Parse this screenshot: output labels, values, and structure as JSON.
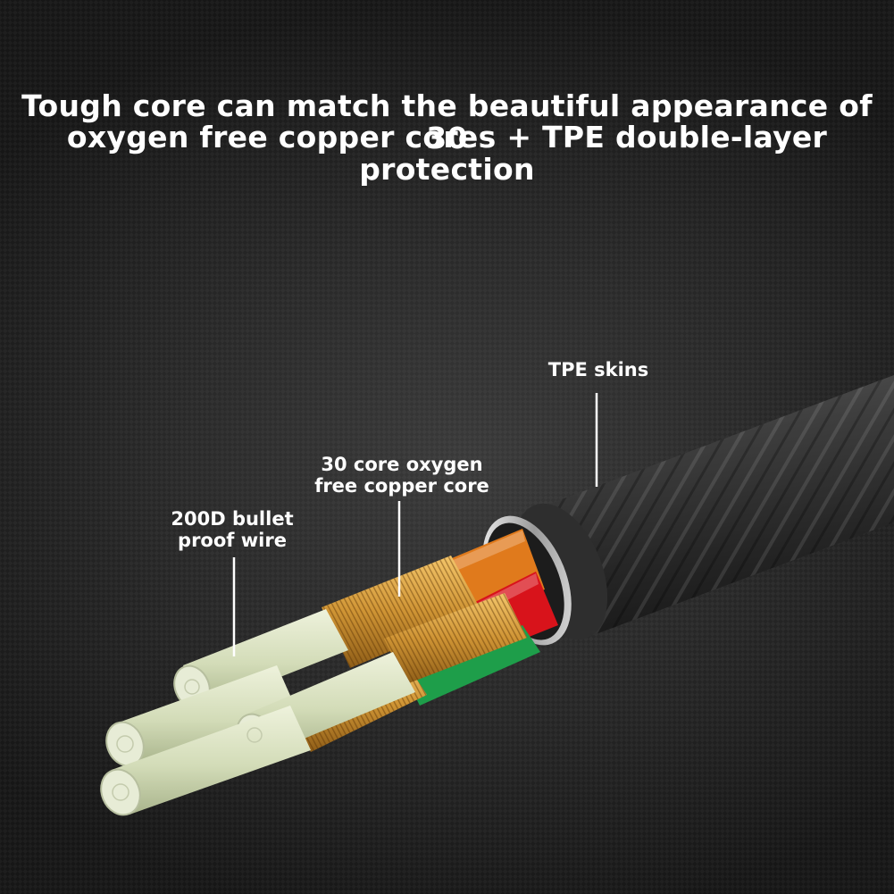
{
  "headline": {
    "line1": "Tough core can match the beautiful appearance of 30",
    "line2": "oxygen free copper cores + TPE double-layer protection"
  },
  "callouts": {
    "tpe": "TPE skins",
    "copper_line1": "30 core oxygen",
    "copper_line2": "free copper core",
    "bullet_line1": "200D bullet",
    "bullet_line2": "proof wire"
  },
  "colors": {
    "background": "#262626",
    "jacket": "#3b3b3b",
    "copper": "#d9a441",
    "orange_wire": "#e07a1c",
    "red_wire": "#d8131b",
    "green_wire": "#1e9e4a",
    "fiber": "#dde5c6"
  }
}
